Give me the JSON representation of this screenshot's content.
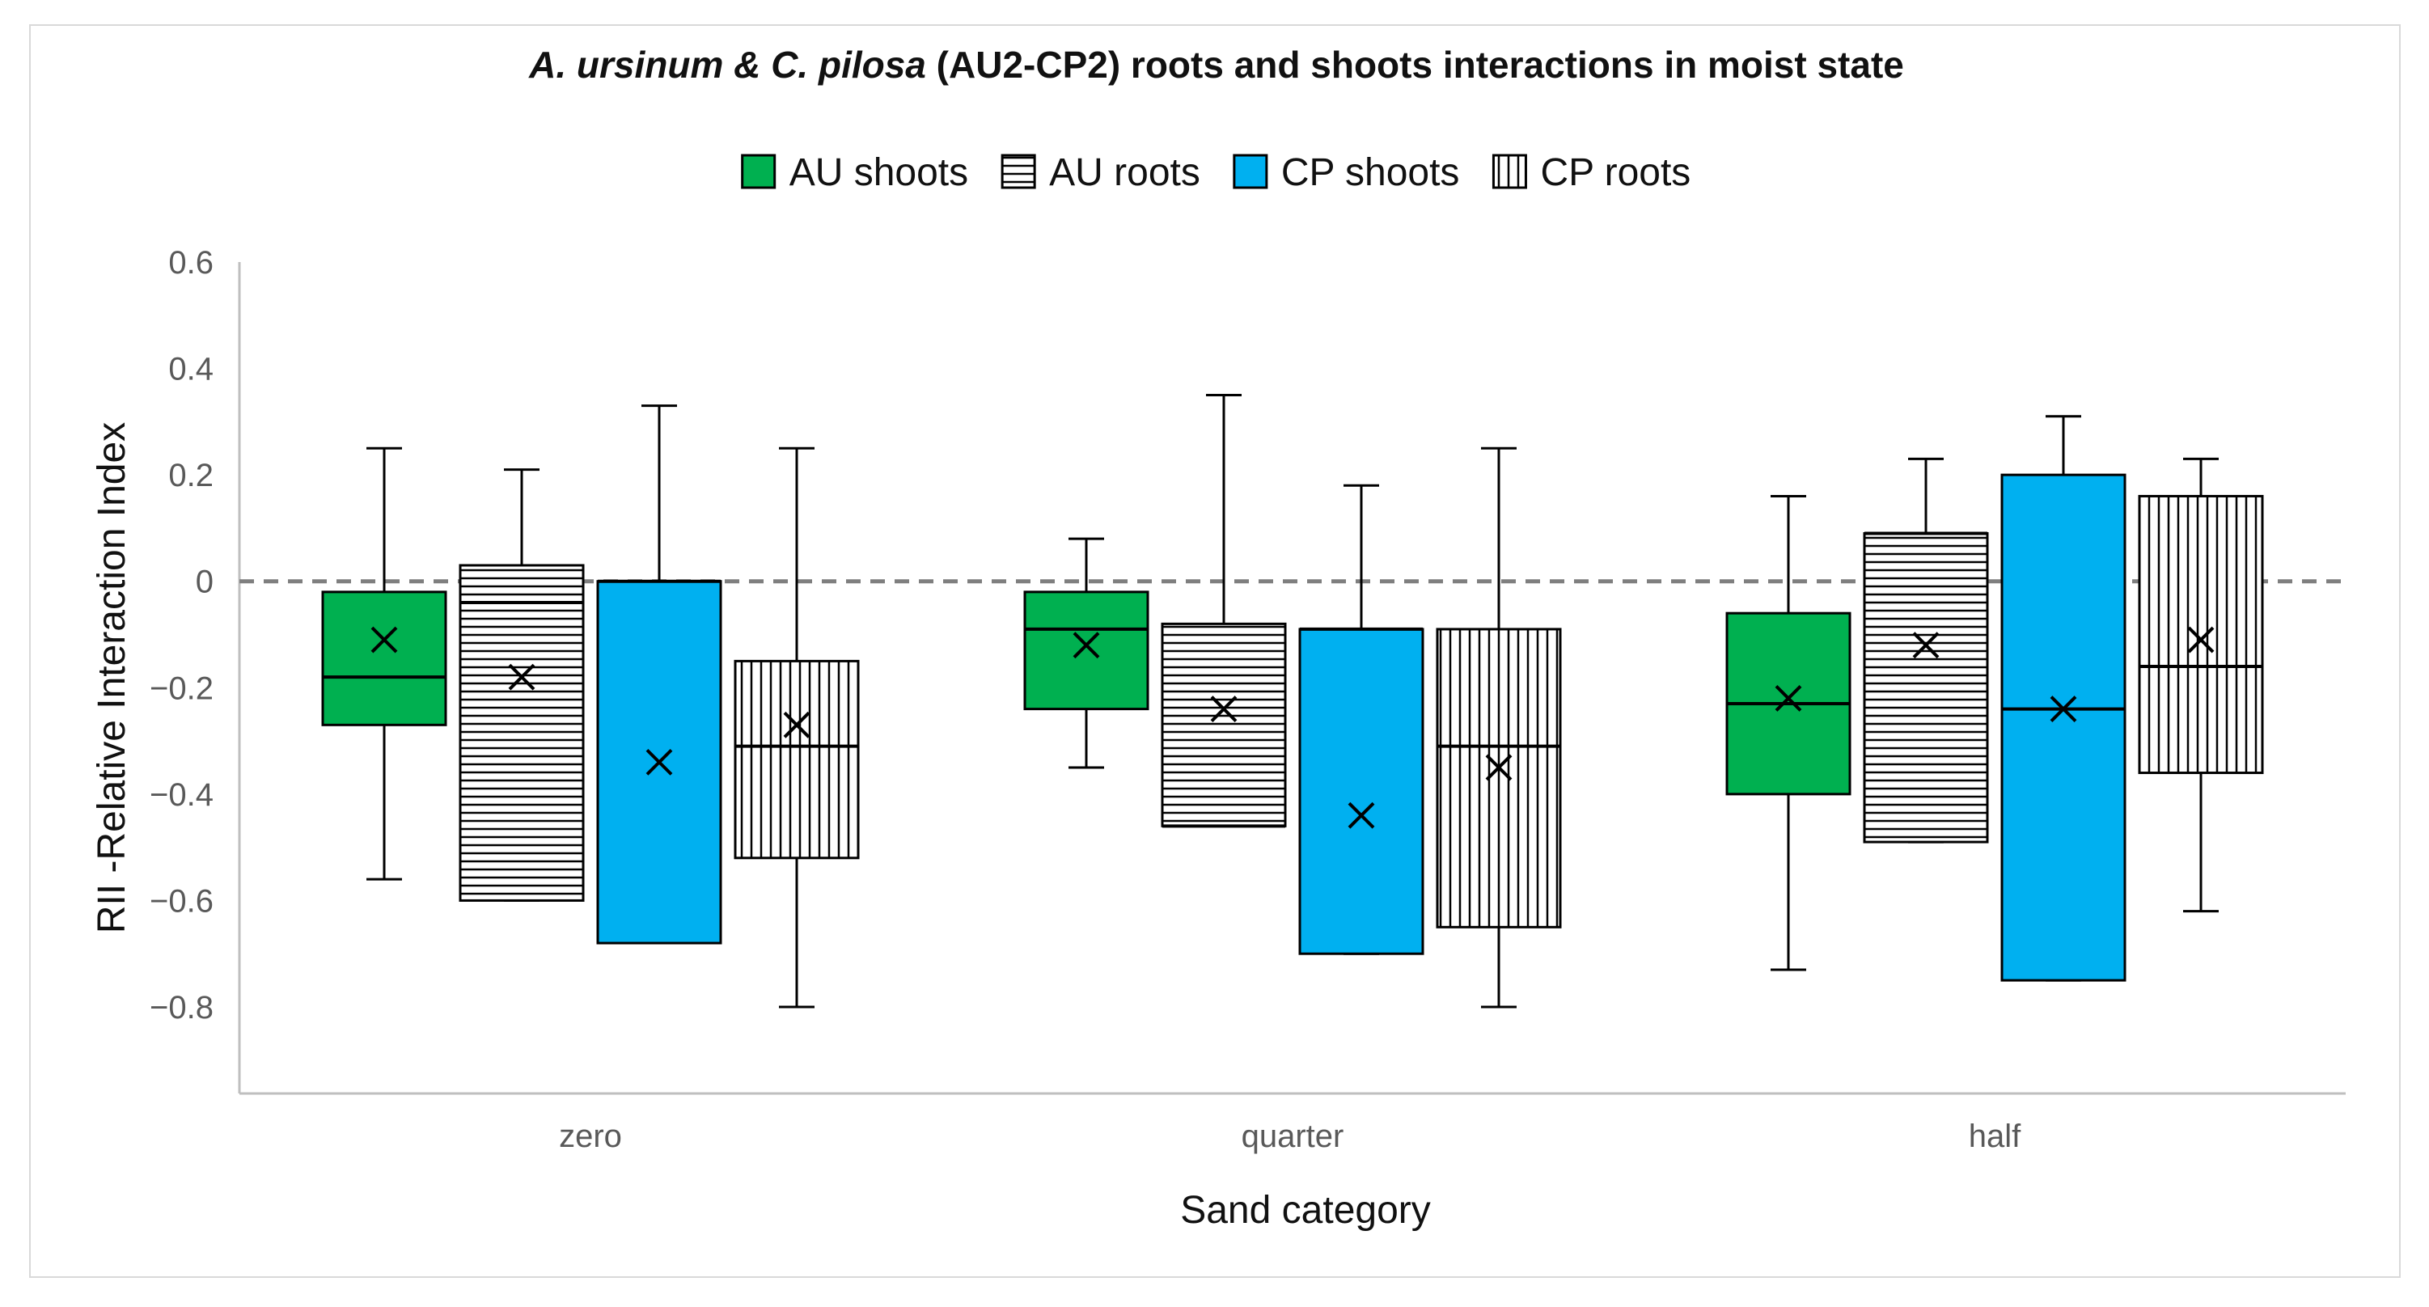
{
  "chart_data": {
    "type": "box",
    "title": {
      "italic_part_1": "A. ursinum",
      "amp": " & ",
      "italic_part_2": "C. pilosa",
      "rest": " (AU2-CP2) roots and shoots interactions in moist state"
    },
    "xlabel": "Sand category",
    "ylabel": "RII -Relative Interaction Index",
    "ylim": [
      -0.9,
      0.6
    ],
    "yticks": [
      0.6,
      0.4,
      0.2,
      0,
      -0.2,
      -0.4,
      -0.6,
      -0.8
    ],
    "ytick_labels": [
      "0.6",
      "0.4",
      "0.2",
      "0",
      "−0.2",
      "−0.4",
      "−0.6",
      "−0.8"
    ],
    "categories": [
      "zero",
      "quarter",
      "half"
    ],
    "reference_line": 0,
    "legend_position": "top-center",
    "series": [
      {
        "name": "AU shoots",
        "fill": "#00b050",
        "pattern": "solid",
        "boxes": [
          {
            "min": -0.56,
            "q1": -0.27,
            "median": -0.18,
            "q3": -0.02,
            "max": 0.25,
            "mean": -0.11
          },
          {
            "min": -0.35,
            "q1": -0.24,
            "median": -0.09,
            "q3": -0.02,
            "max": 0.08,
            "mean": -0.12
          },
          {
            "min": -0.73,
            "q1": -0.4,
            "median": -0.23,
            "q3": -0.06,
            "max": 0.16,
            "mean": -0.22
          }
        ]
      },
      {
        "name": "AU roots",
        "fill": "#ffffff",
        "pattern": "horizontal",
        "boxes": [
          {
            "min": -0.6,
            "q1": -0.6,
            "median": -0.04,
            "q3": 0.03,
            "max": 0.21,
            "mean": -0.18
          },
          {
            "min": -0.46,
            "q1": -0.46,
            "median": -0.46,
            "q3": -0.08,
            "max": 0.35,
            "mean": -0.24
          },
          {
            "min": -0.49,
            "q1": -0.49,
            "median": 0.09,
            "q3": 0.09,
            "max": 0.23,
            "mean": -0.12
          }
        ]
      },
      {
        "name": "CP shoots",
        "fill": "#00b0f0",
        "pattern": "solid",
        "boxes": [
          {
            "min": -0.68,
            "q1": -0.68,
            "median": 0.0,
            "q3": 0.0,
            "max": 0.33,
            "mean": -0.34
          },
          {
            "min": -0.7,
            "q1": -0.7,
            "median": -0.09,
            "q3": -0.09,
            "max": 0.18,
            "mean": -0.44
          },
          {
            "min": -0.75,
            "q1": -0.75,
            "median": -0.24,
            "q3": 0.2,
            "max": 0.31,
            "mean": -0.24
          }
        ]
      },
      {
        "name": "CP roots",
        "fill": "#ffffff",
        "pattern": "vertical",
        "boxes": [
          {
            "min": -0.8,
            "q1": -0.52,
            "median": -0.31,
            "q3": -0.15,
            "max": 0.25,
            "mean": -0.27
          },
          {
            "min": -0.8,
            "q1": -0.65,
            "median": -0.31,
            "q3": -0.09,
            "max": 0.25,
            "mean": -0.35
          },
          {
            "min": -0.62,
            "q1": -0.36,
            "median": -0.16,
            "q3": 0.16,
            "max": 0.23,
            "mean": -0.11
          }
        ]
      }
    ]
  }
}
